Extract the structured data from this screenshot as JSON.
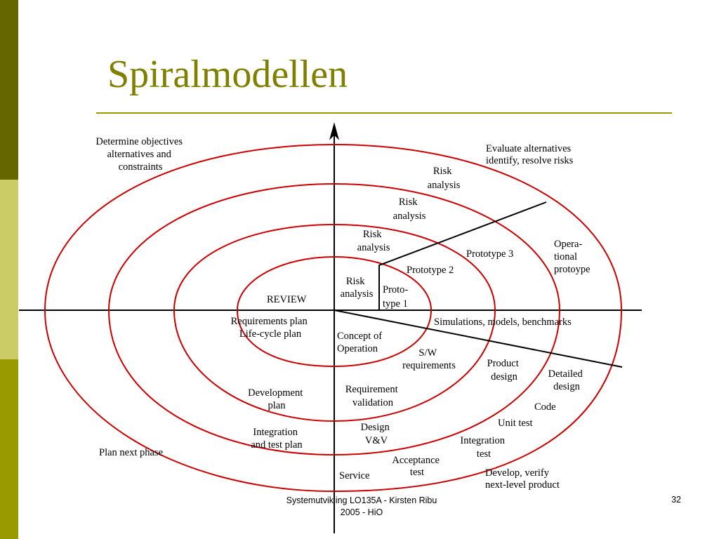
{
  "title": "Spiralmodellen",
  "footer": {
    "course": "Systemutvikling LO135A - Kirsten Ribu",
    "year": "2005 - HiO",
    "page": "32"
  },
  "colors": {
    "accent": "#808000",
    "band_dark": "#666600",
    "band_light": "#cccc66",
    "band_mid": "#999900",
    "spiral": "#cc0000"
  },
  "diagram": {
    "quadrants": {
      "top_left": [
        "Determine objectives",
        "alternatives and",
        "constraints"
      ],
      "top_right": [
        "Evaluate alternatives",
        "identify, resolve risks"
      ],
      "bottom_left": "Plan next phase",
      "bottom_right": [
        "Develop, verify",
        "next-level product"
      ]
    },
    "review": "REVIEW",
    "risk_analysis": [
      [
        "Risk",
        "analysis"
      ],
      [
        "Risk",
        "analysis"
      ],
      [
        "Risk",
        "analysis"
      ],
      [
        "Risk",
        "analysis"
      ]
    ],
    "prototypes": {
      "p1": [
        "Proto-",
        "type 1"
      ],
      "p2": "Prototype 2",
      "p3": "Prototype 3",
      "operational": [
        "Opera-",
        "tional",
        "protoype"
      ]
    },
    "simulations": "Simulations, models, benchmarks",
    "plans": {
      "requirements": [
        "Requirements plan",
        "Life-cycle plan"
      ],
      "development": [
        "Development",
        "plan"
      ],
      "integration": [
        "Integration",
        "and test plan"
      ]
    },
    "develop_steps": {
      "concept": [
        "Concept of",
        "Operation"
      ],
      "sw_requirements": [
        "S/W",
        "requirements"
      ],
      "product_design": [
        "Product",
        "design"
      ],
      "detailed_design": [
        "Detailed",
        "design"
      ],
      "code": "Code",
      "unit_test": "Unit test",
      "integration_test": [
        "Integration",
        "test"
      ],
      "requirement_validation": [
        "Requirement",
        "validation"
      ],
      "design_vv": [
        "Design",
        "V&V"
      ],
      "acceptance_test": [
        "Acceptance",
        "test"
      ],
      "service": "Service"
    }
  }
}
